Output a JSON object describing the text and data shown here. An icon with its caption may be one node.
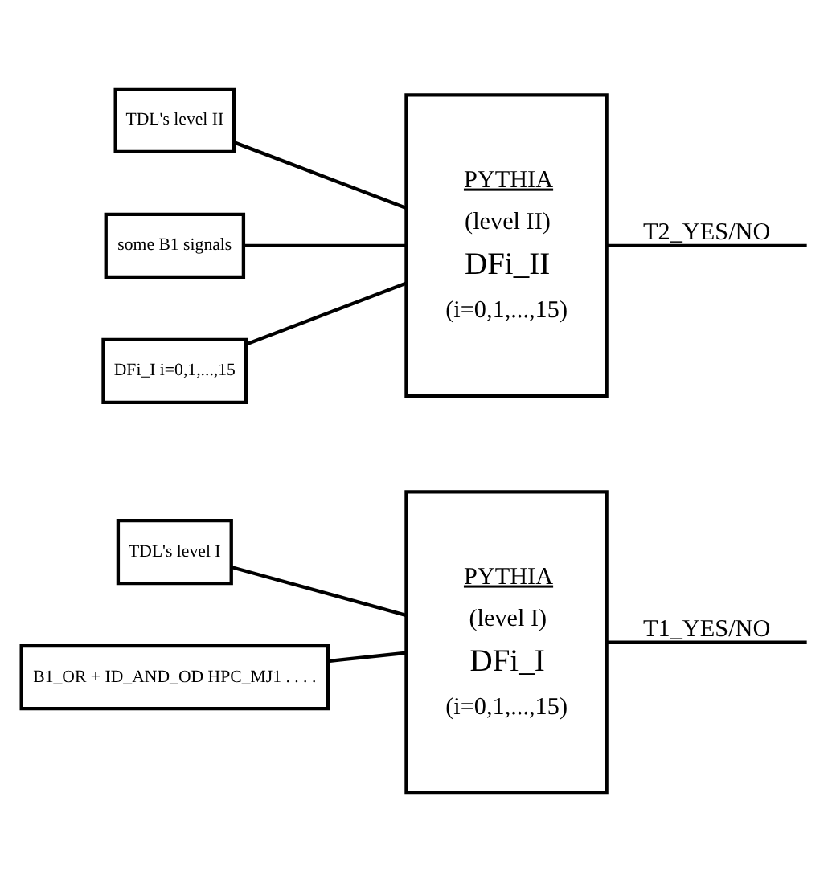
{
  "diagram": {
    "nodes": [
      {
        "text": [
          "TDL's level I"
        ]
      },
      {
        "text": [
          "B1_OR + ID_AND_OD HPC_MJ1 . . . ."
        ]
      },
      {
        "text": [
          "PYTHIA",
          "(level I)",
          "DFi_I",
          "(i=0,1,...,15)"
        ]
      },
      {
        "text": [
          "TDL's level II"
        ]
      },
      {
        "text": [
          "some B1 signals"
        ]
      },
      {
        "text": [
          "DFi_I i=0,1,...,15"
        ]
      },
      {
        "text": [
          "PYTHIA",
          "(level II)",
          "DFi_II",
          "(i=0,1,...,15)"
        ]
      }
    ],
    "edges": [
      {
        "from": 0,
        "to": 2,
        "arrow": "none"
      },
      {
        "from": 1,
        "to": 2,
        "arrow": "none"
      },
      {
        "from": 2,
        "to": null,
        "arrow": "none",
        "label": "T1_YES/NO"
      },
      {
        "from": 3,
        "to": 6,
        "arrow": "none"
      },
      {
        "from": 4,
        "to": 6,
        "arrow": "none"
      },
      {
        "from": 5,
        "to": 6,
        "arrow": "none"
      },
      {
        "from": 6,
        "to": null,
        "arrow": "none",
        "label": "T2_YES/NO"
      }
    ]
  }
}
